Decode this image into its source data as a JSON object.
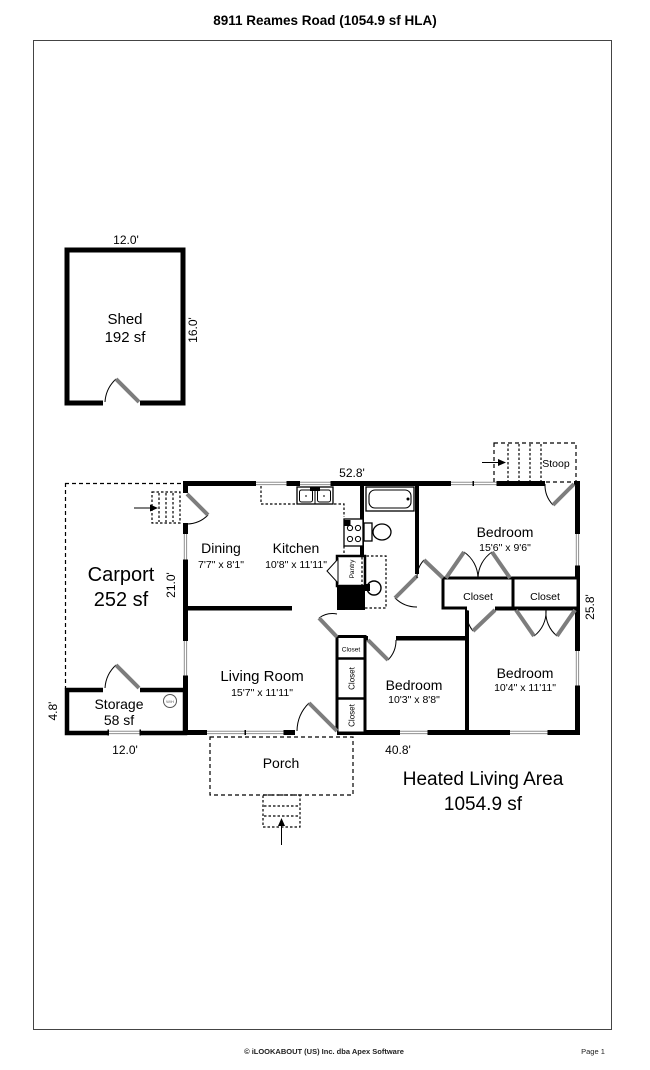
{
  "page": {
    "title": "8911 Reames Road (1054.9 sf HLA)",
    "footer": {
      "copyright": "© iLOOKABOUT (US) Inc. dba Apex Software",
      "page_number": "Page 1"
    }
  },
  "summary": {
    "label": "Heated Living Area",
    "value": "1054.9 sf"
  },
  "shed": {
    "name": "Shed",
    "area": "192 sf",
    "dim_width": "12.0'",
    "dim_height": "16.0'"
  },
  "carport": {
    "name": "Carport",
    "area": "252 sf"
  },
  "storage": {
    "name": "Storage",
    "area": "58 sf",
    "dim_width": "12.0'",
    "dim_height": "4.8'",
    "water_heater": "W/H"
  },
  "house_dims": {
    "top": "52.8'",
    "right": "25.8'",
    "bottom": "40.8'",
    "left": "21.0'"
  },
  "rooms": {
    "dining": {
      "name": "Dining",
      "dims": "7'7\" x 8'1\""
    },
    "kitchen": {
      "name": "Kitchen",
      "dims": "10'8\" x 11'11\""
    },
    "living": {
      "name": "Living Room",
      "dims": "15'7\" x 11'11\""
    },
    "bedroom_top": {
      "name": "Bedroom",
      "dims": "15'6\" x 9'6\""
    },
    "bedroom_mid": {
      "name": "Bedroom",
      "dims": "10'3\" x 8'8\""
    },
    "bedroom_right": {
      "name": "Bedroom",
      "dims": "10'4\" x 11'11\""
    }
  },
  "labels": {
    "stoop": "Stoop",
    "porch": "Porch",
    "pantry": "Pantry",
    "closet_a": "Closet",
    "closet_b": "Closet",
    "closet_small": "Closet",
    "closet_mid": "Closet",
    "closet_bottom": "Closet"
  }
}
